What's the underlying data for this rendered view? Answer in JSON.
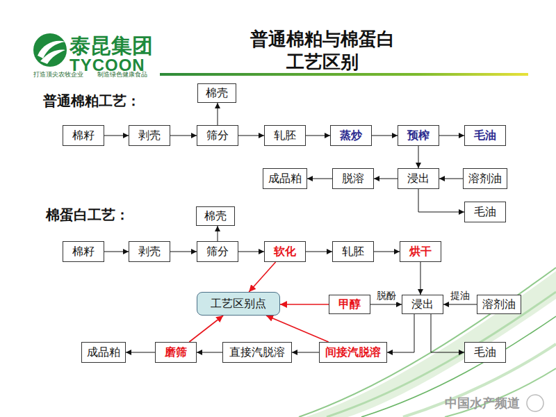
{
  "diagram": {
    "title": "普通棉粕与棉蛋白 工艺区别",
    "nodes": [
      {
        "text": [
          "棉壳"
        ]
      },
      {
        "text": [
          "棉籽"
        ]
      },
      {
        "text": [
          "剥壳"
        ]
      },
      {
        "text": [
          "筛分"
        ]
      },
      {
        "text": [
          "轧胚"
        ]
      },
      {
        "text": [
          "蒸炒"
        ]
      },
      {
        "text": [
          "预榨"
        ]
      },
      {
        "text": [
          "毛油"
        ]
      },
      {
        "text": [
          "成品粕"
        ]
      },
      {
        "text": [
          "脱溶"
        ]
      },
      {
        "text": [
          "浸出"
        ]
      },
      {
        "text": [
          "溶剂油"
        ]
      },
      {
        "text": [
          "毛油"
        ]
      },
      {
        "text": [
          "棉壳"
        ]
      },
      {
        "text": [
          "棉籽"
        ]
      },
      {
        "text": [
          "剥壳"
        ]
      },
      {
        "text": [
          "筛分"
        ]
      },
      {
        "text": [
          "软化"
        ]
      },
      {
        "text": [
          "轧胚"
        ]
      },
      {
        "text": [
          "烘干"
        ]
      },
      {
        "text": [
          "工艺区别点"
        ]
      },
      {
        "text": [
          "甲醇"
        ]
      },
      {
        "text": [
          "浸出"
        ]
      },
      {
        "text": [
          "溶剂油"
        ]
      },
      {
        "text": [
          "成品粕"
        ]
      },
      {
        "text": [
          "磨筛"
        ]
      },
      {
        "text": [
          "直接汽脱溶"
        ]
      },
      {
        "text": [
          "间接汽脱溶"
        ]
      },
      {
        "text": [
          "毛油"
        ]
      }
    ],
    "edges": [
      {
        "from": 1,
        "to": 2,
        "arrow": "to"
      },
      {
        "from": 2,
        "to": 3,
        "arrow": "to"
      },
      {
        "from": 3,
        "to": 0,
        "arrow": "to"
      },
      {
        "from": 3,
        "to": 4,
        "arrow": "to"
      },
      {
        "from": 4,
        "to": 5,
        "arrow": "to"
      },
      {
        "from": 5,
        "to": 6,
        "arrow": "to"
      },
      {
        "from": 6,
        "to": 7,
        "arrow": "to"
      },
      {
        "from": 6,
        "to": 10,
        "arrow": "to"
      },
      {
        "from": 11,
        "to": 10,
        "arrow": "to"
      },
      {
        "from": 10,
        "to": 9,
        "arrow": "to"
      },
      {
        "from": 9,
        "to": 8,
        "arrow": "to"
      },
      {
        "from": 10,
        "to": 12,
        "arrow": "to"
      },
      {
        "from": 14,
        "to": 15,
        "arrow": "to"
      },
      {
        "from": 15,
        "to": 16,
        "arrow": "to"
      },
      {
        "from": 16,
        "to": 13,
        "arrow": "to"
      },
      {
        "from": 16,
        "to": 17,
        "arrow": "to"
      },
      {
        "from": 17,
        "to": 18,
        "arrow": "to"
      },
      {
        "from": 18,
        "to": 19,
        "arrow": "to"
      },
      {
        "from": 19,
        "to": 22,
        "arrow": "to"
      },
      {
        "from": 21,
        "to": 22,
        "label": "脱酚",
        "arrow": "to"
      },
      {
        "from": 23,
        "to": 22,
        "label": "提油",
        "arrow": "to"
      },
      {
        "from": 22,
        "to": 27,
        "arrow": "to"
      },
      {
        "from": 22,
        "to": 28,
        "arrow": "to"
      },
      {
        "from": 27,
        "to": 26,
        "arrow": "to"
      },
      {
        "from": 26,
        "to": 25,
        "arrow": "to"
      },
      {
        "from": 25,
        "to": 24,
        "arrow": "to"
      },
      {
        "from": 17,
        "to": 20,
        "arrow": "to"
      },
      {
        "from": 21,
        "to": 20,
        "arrow": "to"
      },
      {
        "from": 27,
        "to": 20,
        "arrow": "to"
      },
      {
        "from": 25,
        "to": 20,
        "arrow": "to"
      }
    ],
    "labels": [
      "泰昆集团",
      "TYCOON",
      "打造顶尖农牧企业",
      "制造绿色健康食品",
      "普通棉粕工艺：",
      "棉蛋白工艺：",
      "中国水产频道"
    ]
  }
}
